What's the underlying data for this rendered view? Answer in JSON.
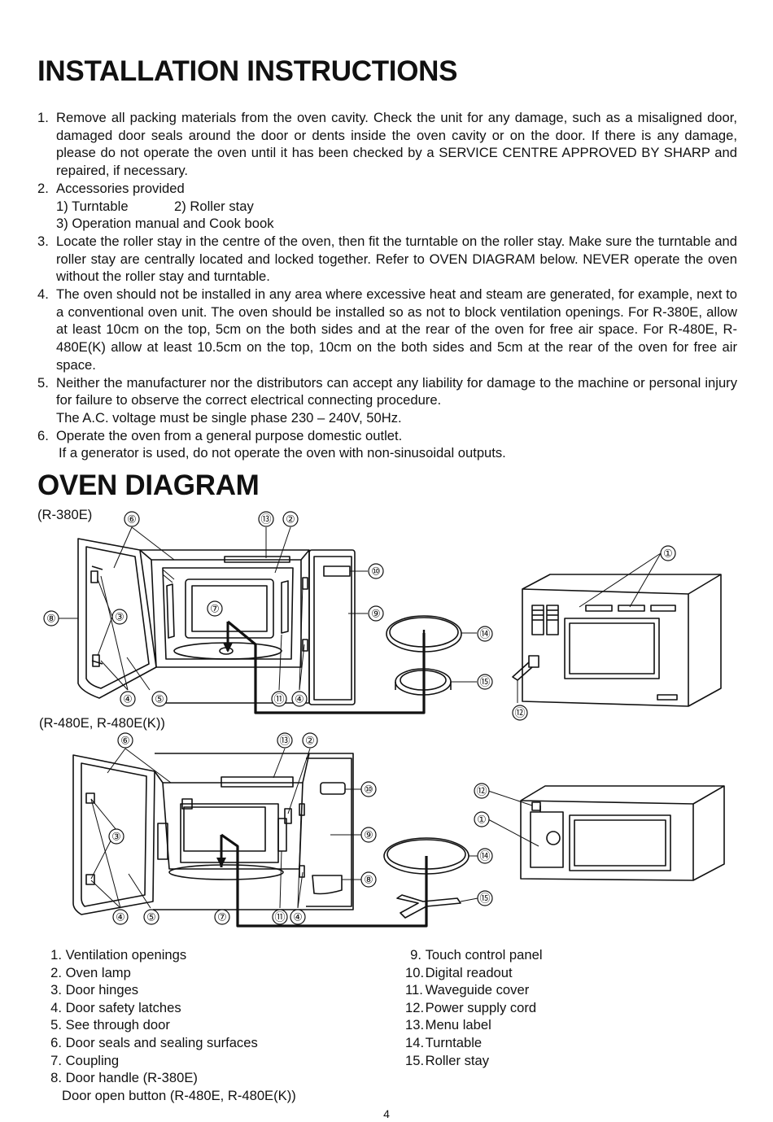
{
  "section1_title": "INSTALLATION INSTRUCTIONS",
  "instructions": [
    {
      "num": "1.",
      "text": "Remove all packing materials from the oven cavity. Check the unit for any damage, such as a misaligned door, damaged door seals around the door or dents inside the oven cavity or on the door. If there is any damage, please do not operate the oven until it has been checked by a SERVICE CENTRE APPROVED BY SHARP and repaired, if necessary."
    },
    {
      "num": "2.",
      "text": "Accessories provided",
      "acc1": "1) Turntable",
      "acc2": "2) Roller stay",
      "acc3": "3) Operation manual and Cook book"
    },
    {
      "num": "3.",
      "text": "Locate the roller stay in the centre of the oven, then fit the turntable on the roller stay. Make sure the turntable and roller stay are centrally located and locked together. Refer to OVEN DIAGRAM below. NEVER operate the oven without the roller stay and turntable."
    },
    {
      "num": "4.",
      "text": "The oven should not be installed in any area where excessive heat and steam are generated, for example, next to a conventional oven unit. The oven should be installed so as not to block ventilation openings. For R-380E, allow at least 10cm on the top, 5cm on the both sides and at the rear of the oven for free air space. For R-480E, R-480E(K) allow at least 10.5cm on the top, 10cm on the both sides and 5cm at the rear of the oven for free air space."
    },
    {
      "num": "5.",
      "text": "Neither the manufacturer nor the distributors can accept any liability for damage to the machine or personal injury for failure to observe the correct electrical connecting procedure.",
      "extra": "The A.C. voltage must be single phase 230 – 240V, 50Hz."
    },
    {
      "num": "6.",
      "text": "Operate the oven from a general purpose domestic outlet.",
      "extra": "If a generator is used, do not operate the oven with non-sinusoidal outputs."
    }
  ],
  "section2_title": "OVEN DIAGRAM",
  "model_label_1": "(R-380E)",
  "model_label_2": "(R-480E, R-480E(K))",
  "callouts": {
    "c1": "①",
    "c2": "②",
    "c3": "③",
    "c4": "④",
    "c5": "⑤",
    "c6": "⑥",
    "c7": "⑦",
    "c8": "⑧",
    "c9": "⑨",
    "c10": "⑩",
    "c11": "⑪",
    "c12": "⑫",
    "c13": "⑬",
    "c14": "⑭",
    "c15": "⑮"
  },
  "legend_left": [
    {
      "n": "1.",
      "t": "Ventilation openings"
    },
    {
      "n": "2.",
      "t": "Oven lamp"
    },
    {
      "n": "3.",
      "t": "Door hinges"
    },
    {
      "n": "4.",
      "t": "Door safety latches"
    },
    {
      "n": "5.",
      "t": "See through door"
    },
    {
      "n": "6.",
      "t": "Door seals and sealing surfaces"
    },
    {
      "n": "7.",
      "t": "Coupling"
    },
    {
      "n": "8.",
      "t": "Door handle (R-380E)"
    }
  ],
  "legend_left_extra": "Door open button (R-480E, R-480E(K))",
  "legend_right": [
    {
      "n": "9.",
      "t": "Touch control panel"
    },
    {
      "n": "10.",
      "t": "Digital readout"
    },
    {
      "n": "11.",
      "t": "Waveguide cover"
    },
    {
      "n": "12.",
      "t": "Power supply cord"
    },
    {
      "n": "13.",
      "t": "Menu label"
    },
    {
      "n": "14.",
      "t": "Turntable"
    },
    {
      "n": "15.",
      "t": "Roller stay"
    }
  ],
  "page_number": "4"
}
